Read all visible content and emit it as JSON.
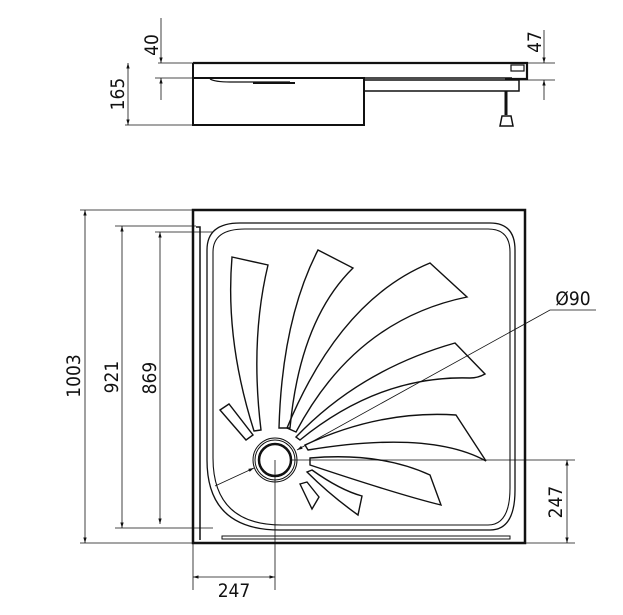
{
  "side_view": {
    "dim_40": "40",
    "dim_165": "165",
    "dim_47": "47"
  },
  "plan_view": {
    "dim_1003": "1003",
    "dim_921": "921",
    "dim_869": "869",
    "dim_drain_x": "247",
    "dim_drain_y": "247",
    "dim_drain_diameter": "Ø90"
  },
  "colors": {
    "line": "#111111",
    "background": "#ffffff"
  }
}
